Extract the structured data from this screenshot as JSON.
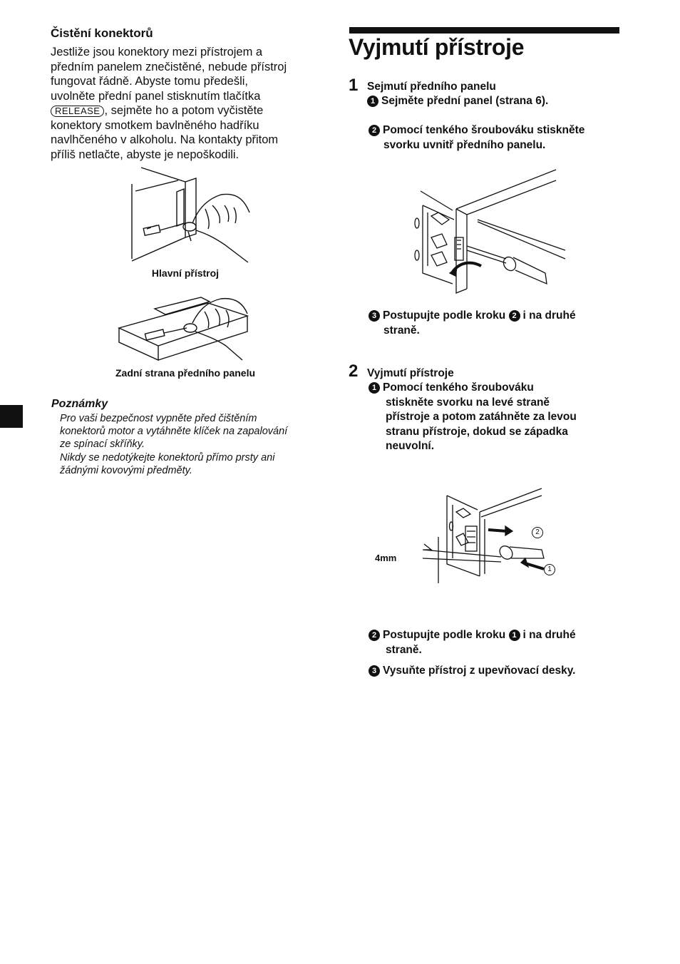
{
  "left": {
    "heading": "Čistění konektorů",
    "para_lines": [
      "Jestliže jsou konektory mezi přístrojem a",
      "předním panelem znečistěné, nebude přístroj",
      "fungovat řádně. Abyste tomu předešli,",
      "uvolněte přední panel stisknutím tlačítka"
    ],
    "release_label": "RELEASE",
    "para_after_button": ", sejměte ho a potom vyčistěte",
    "para_lines_2": [
      "konektory smotkem bavlněného hadříku",
      "navlhčeného v alkoholu. Na kontakty přitom",
      "příliš netlačte, abyste je nepoškodili."
    ],
    "caption_main_unit": "Hlavní přístroj",
    "caption_back_panel": "Zadní strana předního panelu",
    "notes_title": "Poznámky",
    "notes_lines": [
      "Pro vaši bezpečnost vypněte před čištěním",
      "konektorů motor a vytáhněte klíček na zapalování",
      "ze spínací skříňky.",
      "Nikdy se nedotýkejte konektorů přímo prsty ani",
      "žádnými kovovými předměty."
    ]
  },
  "right": {
    "title": "Vyjmutí přístroje",
    "step1": {
      "number": "1",
      "heading": "Sejmutí předního panelu",
      "sub1_num": "1",
      "sub1": "Sejměte přední panel (strana 6).",
      "sub2_num": "2",
      "sub2_lines": [
        "Pomocí tenkého šroubováku stiskněte",
        "svorku uvnitř předního panelu."
      ],
      "sub3_num": "3",
      "sub3_a": "Postupujte podle kroku",
      "sub3_ref": "2",
      "sub3_b": "i na druhé",
      "sub3_c": "straně."
    },
    "step2": {
      "number": "2",
      "heading": "Vyjmutí přístroje",
      "sub1_num": "1",
      "sub1_lines": [
        "Pomocí tenkého šroubováku",
        "stiskněte svorku na levé straně",
        "přístroje a potom zatáhněte za levou",
        "stranu přístroje, dokud se západka",
        "neuvolní."
      ],
      "dim_label": "4mm",
      "callout_1": "1",
      "callout_2": "2",
      "sub2_num": "2",
      "sub2_a": "Postupujte podle kroku",
      "sub2_ref": "1",
      "sub2_b": "i na druhé",
      "sub2_c": "straně.",
      "sub3_num": "3",
      "sub3": "Vysuňte přístroj z upevňovací desky."
    }
  }
}
